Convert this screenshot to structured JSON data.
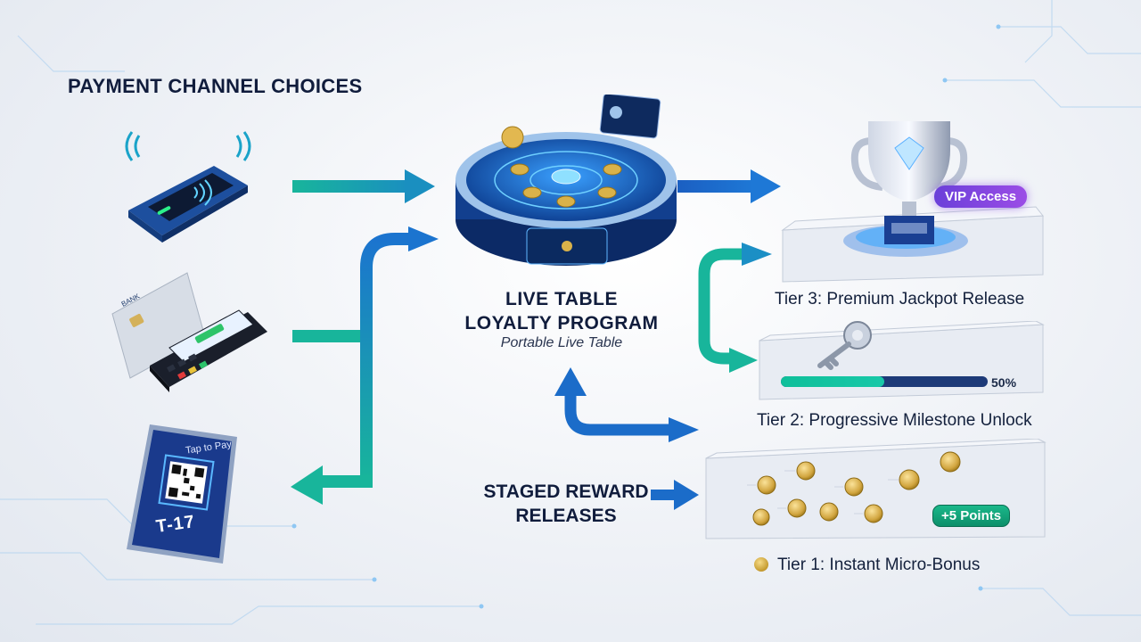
{
  "heading": "PAYMENT CHANNEL CHOICES",
  "center": {
    "title_line1": "LIVE TABLE",
    "title_line2": "LOYALTY PROGRAM",
    "subtitle": "Portable Live Table"
  },
  "staged": {
    "line1": "STAGED REWARD",
    "line2": "RELEASES"
  },
  "tiers": {
    "tier3": {
      "label": "Tier 3: Premium Jackpot Release",
      "badge": "VIP Access"
    },
    "tier2": {
      "label": "Tier 2: Progressive Milestone Unlock",
      "progress_text": "50%",
      "progress": 0.5
    },
    "tier1": {
      "label": "Tier 1: Instant Micro-Bonus",
      "badge": "+5 Points"
    }
  },
  "phone": {
    "screen_text": "Tap to Pay",
    "table_code": "T-17"
  },
  "colors": {
    "teal": "#16b39a",
    "blue": "#1e63c8",
    "navy": "#101c3c",
    "vip_purple": "#7b45df",
    "points_green": "#14a57c",
    "gold": "#d9b24a"
  },
  "icons": [
    "nfc-terminal-icon",
    "card-terminal-icon",
    "smartphone-qr-icon",
    "live-table-icon",
    "trophy-icon",
    "key-icon",
    "coin-icon"
  ]
}
